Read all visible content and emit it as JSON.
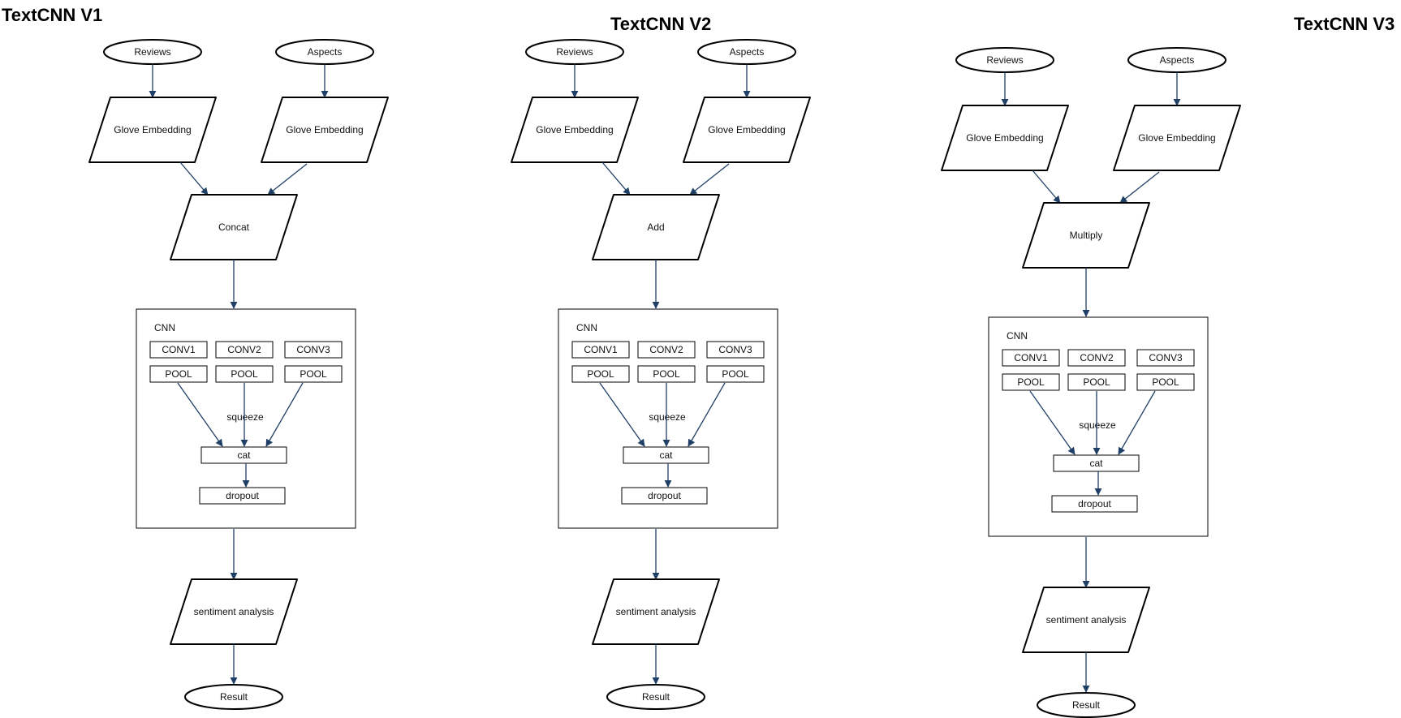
{
  "diagrams": [
    {
      "title": "TextCNN V1",
      "input_left": "Reviews",
      "input_right": "Aspects",
      "embed_left": "Glove Embedding",
      "embed_right": "Glove Embedding",
      "merge": "Concat",
      "cnn": {
        "label": "CNN",
        "convs": [
          "CONV1",
          "CONV2",
          "CONV3"
        ],
        "pools": [
          "POOL",
          "POOL",
          "POOL"
        ],
        "squeeze": "squeeze",
        "cat": "cat",
        "dropout": "dropout"
      },
      "analysis": "sentiment analysis",
      "output": "Result"
    },
    {
      "title": "TextCNN V2",
      "input_left": "Reviews",
      "input_right": "Aspects",
      "embed_left": "Glove Embedding",
      "embed_right": "Glove Embedding",
      "merge": "Add",
      "cnn": {
        "label": "CNN",
        "convs": [
          "CONV1",
          "CONV2",
          "CONV3"
        ],
        "pools": [
          "POOL",
          "POOL",
          "POOL"
        ],
        "squeeze": "squeeze",
        "cat": "cat",
        "dropout": "dropout"
      },
      "analysis": "sentiment analysis",
      "output": "Result"
    },
    {
      "title": "TextCNN V3",
      "input_left": "Reviews",
      "input_right": "Aspects",
      "embed_left": "Glove Embedding",
      "embed_right": "Glove Embedding",
      "merge": "Multiply",
      "cnn": {
        "label": "CNN",
        "convs": [
          "CONV1",
          "CONV2",
          "CONV3"
        ],
        "pools": [
          "POOL",
          "POOL",
          "POOL"
        ],
        "squeeze": "squeeze",
        "cat": "cat",
        "dropout": "dropout"
      },
      "analysis": "sentiment analysis",
      "output": "Result"
    }
  ],
  "colors": {
    "edge": "#1f3f66",
    "stroke": "#000000",
    "background": "#ffffff"
  }
}
